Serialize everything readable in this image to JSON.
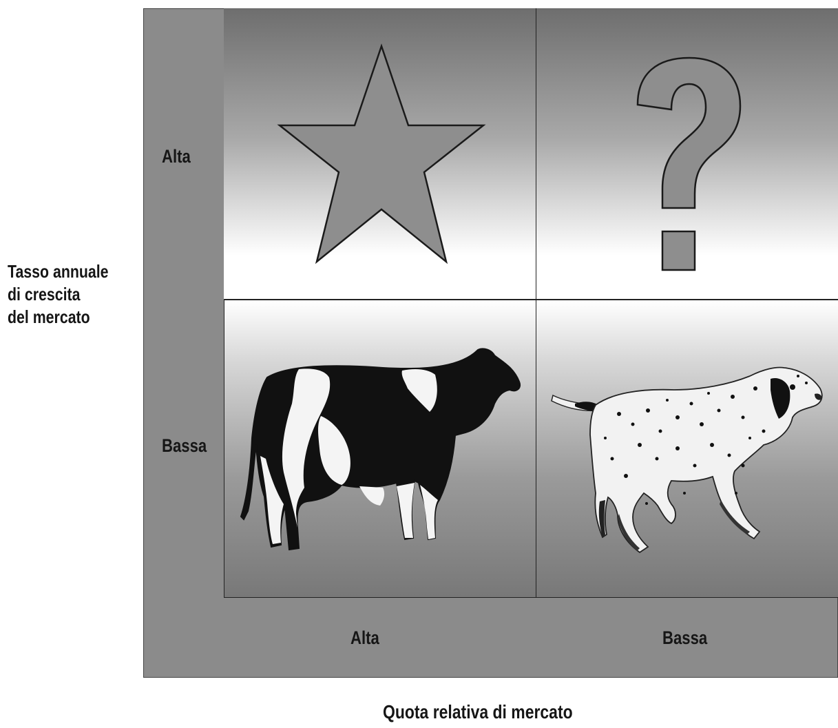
{
  "diagram": {
    "y_axis_title": "Tasso annuale\ndi crescita\ndel mercato",
    "x_axis_title": "Quota relativa di mercato",
    "row_labels": [
      "Alta",
      "Bassa"
    ],
    "col_labels": [
      "Alta",
      "Bassa"
    ],
    "quadrants": [
      {
        "position": "top-left",
        "icon": "star-icon"
      },
      {
        "position": "top-right",
        "icon": "question-mark-icon"
      },
      {
        "position": "bottom-left",
        "icon": "cow-icon"
      },
      {
        "position": "bottom-right",
        "icon": "dog-icon"
      }
    ]
  }
}
